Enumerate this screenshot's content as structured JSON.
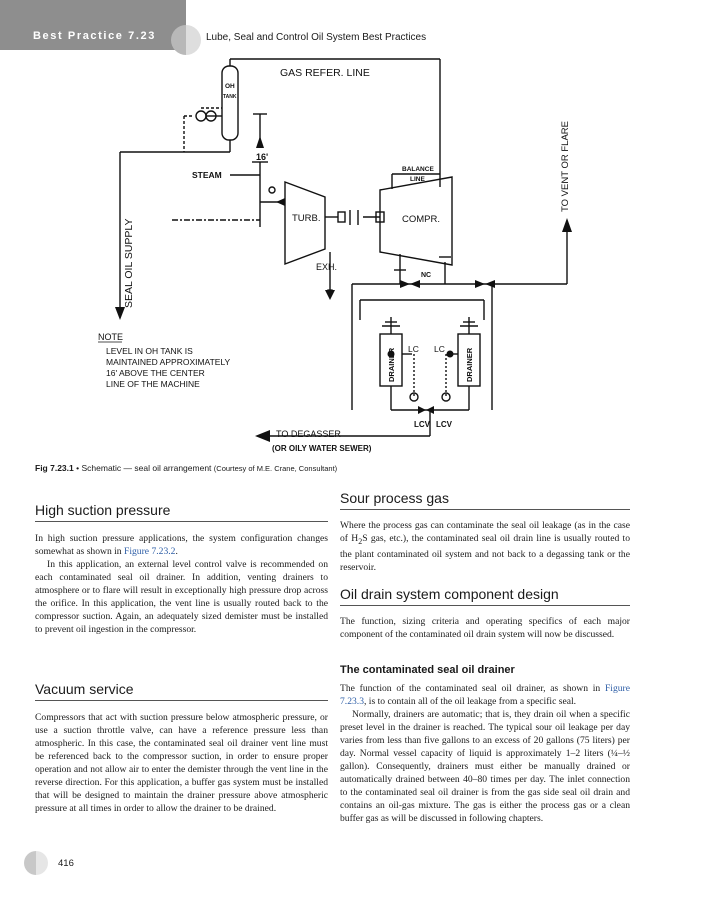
{
  "header": {
    "section_label": "Best Practice 7.23",
    "running_title": "Lube, Seal and Control Oil System Best Practices"
  },
  "figure": {
    "labels": {
      "gas_refer_line": "GAS REFER. LINE",
      "oh": "OH",
      "tank": "TANK",
      "sixteen": "16'",
      "steam": "STEAM",
      "balance": "BALANCE",
      "line": "LINE",
      "turb": "TURB.",
      "compr": "COMPR.",
      "exh": "EXH.",
      "nc": "NC",
      "seal_oil_supply": "SEAL OIL SUPPLY",
      "to_vent_or_flare": "TO VENT OR FLARE",
      "drainer_left": "DRAINER",
      "drainer_right": "DRAINER",
      "lc_left": "LC",
      "lc_right": "LC",
      "lcv_left": "LCV",
      "lcv_right": "LCV",
      "to_degasser": "TO DEGASSER",
      "or_oily_water_sewer": "(OR OILY WATER SEWER)",
      "note_title": "NOTE",
      "note_lines": [
        "LEVEL IN OH TANK IS",
        "MAINTAINED APPROXIMATELY",
        "16' ABOVE THE CENTER",
        "LINE OF THE MACHINE"
      ]
    },
    "caption_label": "Fig 7.23.1",
    "caption_bullet": "•",
    "caption_text": "Schematic — seal oil arrangement",
    "caption_credit": "(Courtesy of M.E. Crane, Consultant)"
  },
  "left": {
    "h1": "High suction pressure",
    "p1a": "In high suction pressure applications, the system configuration changes somewhat as shown in ",
    "p1link": "Figure 7.23.2",
    "p1b": ".",
    "p2": "In this application, an external level control valve is recommended on each contaminated seal oil drainer. In addition, venting drainers to atmosphere or to flare will result in exceptionally high pressure drop across the orifice. In this application, the vent line is usually routed back to the compressor suction. Again, an adequately sized demister must be installed to prevent oil ingestion in the compressor.",
    "h2": "Vacuum service",
    "p3": "Compressors that act with suction pressure below atmospheric pressure, or use a suction throttle valve, can have a reference pressure less than atmospheric. In this case, the contaminated seal oil drainer vent line must be referenced back to the compressor suction, in order to ensure proper operation and not allow air to enter the demister through the vent line in the reverse direction. For this application, a buffer gas system must be installed that will be designed to maintain the drainer pressure above atmospheric pressure at all times in order to allow the drainer to be drained."
  },
  "right": {
    "h1": "Sour process gas",
    "p1a": "Where the process gas can contaminate the seal oil leakage (as in the case of H",
    "p1sub": "2",
    "p1b": "S gas, etc.), the contaminated seal oil drain line is usually routed to the plant contaminated oil system and not back to a degassing tank or the reservoir.",
    "h2": "Oil drain system component design",
    "p2": "The function, sizing criteria and operating specifics of each major component of the contaminated oil drain system will now be discussed.",
    "h3": "The contaminated seal oil drainer",
    "p3a": "The function of the contaminated seal oil drainer, as shown in ",
    "p3link": "Figure 7.23.3",
    "p3b": ", is to contain all of the oil leakage from a specific seal.",
    "p4": "Normally, drainers are automatic; that is, they drain oil when a specific preset level in the drainer is reached. The typical sour oil leakage per day varies from less than five gallons to an excess of 20 gallons (75 liters) per day. Normal vessel capacity of liquid is approximately 1–2 liters (¼–½ gallon). Consequently, drainers must either be manually drained or automatically drained between 40–80 times per day. The inlet connection to the contaminated seal oil drainer is from the gas side seal oil drain and contains an oil-gas mixture. The gas is either the process gas or a clean buffer gas as will be discussed in following chapters."
  },
  "footer": {
    "page_number": "416"
  }
}
